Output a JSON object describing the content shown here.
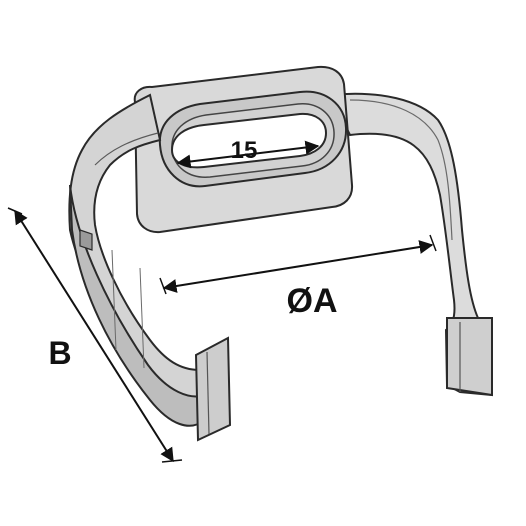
{
  "drawing": {
    "subject": "pipe-clip-bracket",
    "colors": {
      "metal_fill": "#d6d6d6",
      "metal_light": "#e6e6e6",
      "metal_shadow": "#a8a8a8",
      "outline": "#2a2a2a",
      "dimension_line": "#111111"
    }
  },
  "dimensions": {
    "slot_length": "15",
    "diameter": "ØA",
    "height": "B"
  }
}
